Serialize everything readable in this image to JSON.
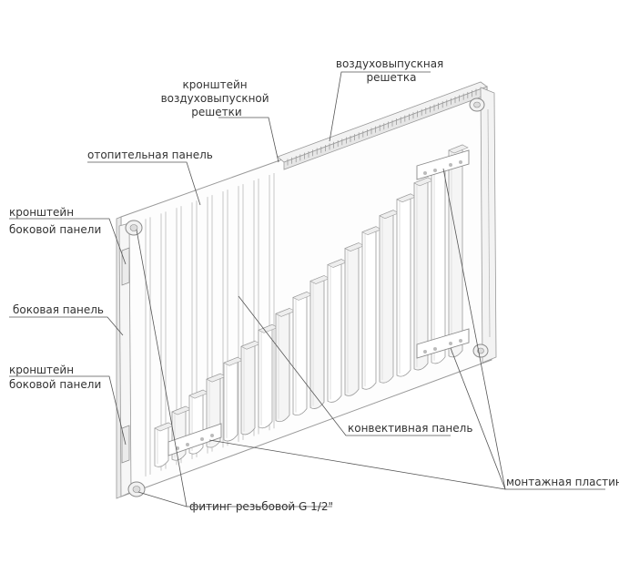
{
  "labels": {
    "air_grille": [
      "воздуховыпускная",
      "решетка"
    ],
    "grille_bracket": [
      "кронштейн",
      "воздуховыпускной",
      "решетки"
    ],
    "heating_panel": "отопительная панель",
    "side_bracket_top": [
      "кронштейн",
      "боковой панели"
    ],
    "side_panel": "боковая панель",
    "side_bracket_bottom": [
      "кронштейн",
      "боковой панели"
    ],
    "convection_panel": "конвективная панель",
    "mounting_plate": "монтажная пластина",
    "fitting": "фитинг резьбовой G 1/2\""
  },
  "colors": {
    "label_text": "#333333",
    "leader_line": "#555555",
    "outline": "#9a9a9a",
    "shade": "#eeeeee"
  }
}
